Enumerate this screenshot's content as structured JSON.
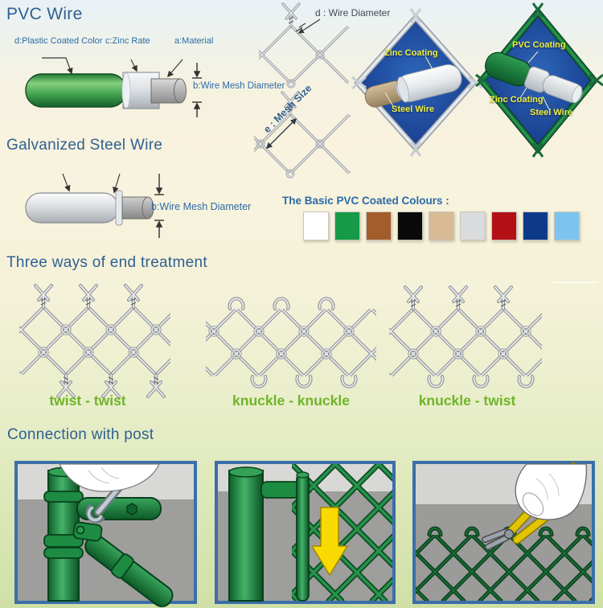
{
  "pvc_wire": {
    "title": "PVC Wire",
    "label_d": "d:Plastic Coated Color",
    "label_c": "c:Zinc Rate",
    "label_a": "a:Material",
    "label_b": "b:Wire Mesh Diameter"
  },
  "mesh_diagram": {
    "wire_diameter": "d : Wire Diameter",
    "mesh_size": "e : Mesh Size"
  },
  "zinc_wire_panel": {
    "zinc_label": "Zinc Coating",
    "steel_label": "Steel Wire"
  },
  "pvc_wire_panel": {
    "pvc_label": "PVC Coating",
    "zinc_label": "Zinc Coating",
    "steel_label": "Steel Wire"
  },
  "galvanized": {
    "title": "Galvanized Steel Wire",
    "label_b": "b:Wire Mesh Diameter"
  },
  "colours": {
    "title": "The Basic PVC Coated Colours :",
    "swatches": [
      {
        "name": "white",
        "hex": "#ffffff"
      },
      {
        "name": "green",
        "hex": "#169a47"
      },
      {
        "name": "brown",
        "hex": "#a35c2b"
      },
      {
        "name": "black",
        "hex": "#0a0a0a"
      },
      {
        "name": "tan",
        "hex": "#d8ba95"
      },
      {
        "name": "silver",
        "hex": "#d9dbdd"
      },
      {
        "name": "red",
        "hex": "#b31016"
      },
      {
        "name": "dark-blue",
        "hex": "#0c3a88"
      },
      {
        "name": "light-blue",
        "hex": "#7cc4ef"
      }
    ]
  },
  "end_treatment": {
    "title": "Three ways of end treatment",
    "items": [
      {
        "label": "twist - twist",
        "top": "twist",
        "bottom": "twist"
      },
      {
        "label": "knuckle - knuckle",
        "top": "knuckle",
        "bottom": "knuckle"
      },
      {
        "label": "knuckle - twist",
        "top": "twist",
        "bottom": "knuckle"
      }
    ]
  },
  "connection": {
    "title": "Connection with post",
    "scenes": [
      {
        "name": "clamp-fitting-with-wrench"
      },
      {
        "name": "tension-bar-with-mesh-arrow"
      },
      {
        "name": "cutting-mesh-with-pliers"
      }
    ]
  },
  "palette": {
    "heading_blue": "#2f6191",
    "label_blue": "#2d6ba6",
    "green_label": "#70b42a",
    "panel_label_yellow": "#f3ef3a",
    "frame_border_blue": "#3a6fa9"
  }
}
